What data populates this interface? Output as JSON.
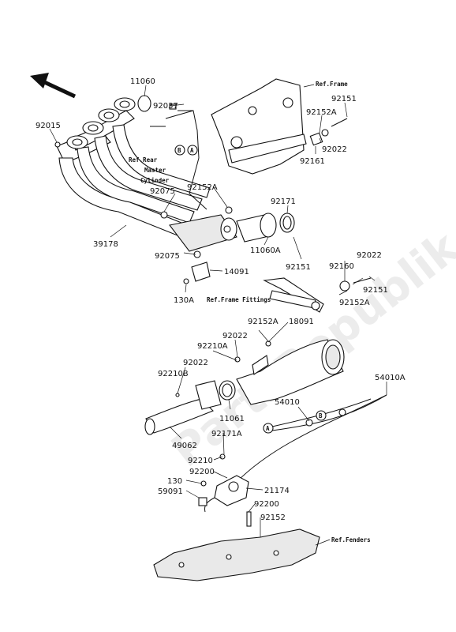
{
  "watermark": "PartsRepublik",
  "labels": {
    "p11060": "11060",
    "p92037": "92037",
    "p92015": "92015",
    "ref_rear_master_1": "Ref.Rear",
    "ref_rear_master_2": "Master",
    "ref_rear_master_3": "Cylinder",
    "p92075_top": "92075",
    "p39178": "39178",
    "p92075_bot": "92075",
    "ref_frame": "Ref.Frame",
    "p92151_top": "92151",
    "p92152A_top": "92152A",
    "p92022_top": "92022",
    "p92161": "92161",
    "p92152A_mid": "92152A",
    "p92171": "92171",
    "p11060A": "11060A",
    "p92151_mid": "92151",
    "p14091": "14091",
    "p130A": "130A",
    "p92160": "92160",
    "p92022_mid": "92022",
    "p92151_right": "92151",
    "p92152A_right": "92152A",
    "ref_frame_fittings": "Ref.Frame Fittings",
    "p92152A_low": "92152A",
    "p18091": "18091",
    "p92022_low": "92022",
    "p92210A": "92210A",
    "p92022_low2": "92022",
    "p92210B": "92210B",
    "p54010A": "54010A",
    "p54010": "54010",
    "p11061": "11061",
    "p92171A": "92171A",
    "p49062": "49062",
    "p92210": "92210",
    "p92200_top": "92200",
    "p130": "130",
    "p59091": "59091",
    "p21174": "21174",
    "p92200_bot": "92200",
    "p92152": "92152",
    "ref_fenders": "Ref.Fenders",
    "marker_a": "A",
    "marker_b": "B"
  }
}
